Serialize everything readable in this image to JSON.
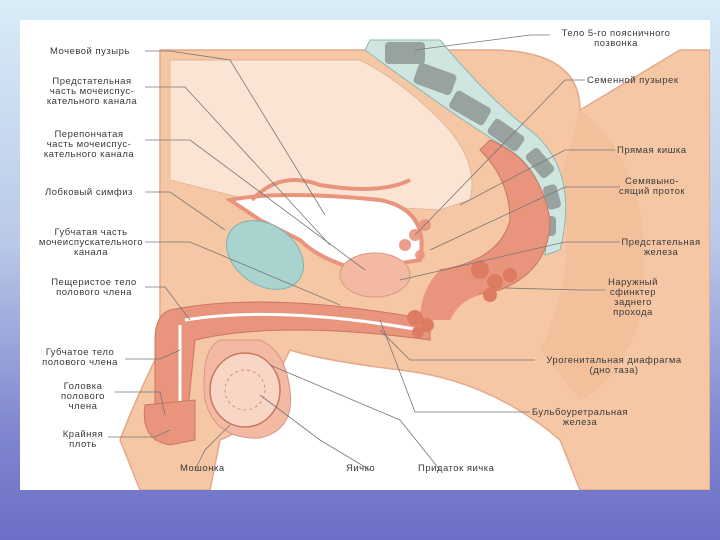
{
  "colors": {
    "skin": "#f6c7a4",
    "muscle": "#e9957e",
    "bone": "#cfe6e0",
    "bladder": "#a9d3cf",
    "organ": "#f4b9a3",
    "line": "#777777"
  },
  "labels": {
    "bladder": "Мочевой пузырь",
    "prostatic_urethra": "Предстательная\nчасть мочеиспус-\nкательного канала",
    "membranous_urethra": "Перепончатая\nчасть мочеиспус-\nкательного канала",
    "pubic_symphysis": "Лобковый симфиз",
    "spongy_urethra": "Губчатая часть\nмочеиспускательного\nканала",
    "corpus_cavernosum": "Пещеристое тело\nполового члена",
    "corpus_spongiosum": "Губчатое тело\nполового члена",
    "glans": "Головка\nполового\nчлена",
    "foreskin": "Крайняя\nплоть",
    "scrotum": "Мошонка",
    "testis": "Яичко",
    "epididymis": "Придаток яичка",
    "vertebra": "Тело 5-го поясничного\nпозвонка",
    "seminal_vesicle": "Семенной пузырек",
    "rectum": "Прямая кишка",
    "ejaculatory_duct": "Семявыно-\nсящий проток",
    "prostate": "Предстательная\nжелеза",
    "anal_sphincter": "Наружный\nсфинктер\nзаднего\nпрохода",
    "urogenital_diaphragm": "Урогенитальная диафрагма\n(дно таза)",
    "bulbourethral_gland": "Бульбоуретральная\nжелеза"
  }
}
